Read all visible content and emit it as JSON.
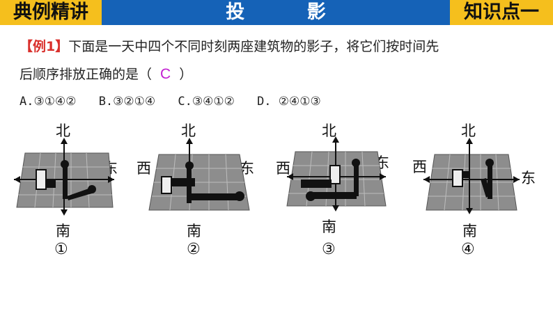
{
  "header": {
    "left": "典例精讲",
    "center": "投  影",
    "right": "知识点一"
  },
  "question": {
    "tag": "【例1】",
    "line1": "下面是一天中四个不同时刻两座建筑物的影子，将它们按时间先",
    "line2_prefix": "后顺序排放正确的是（",
    "answer": "C",
    "line2_suffix": "）"
  },
  "options": [
    "A.③①④②",
    "B.③②①④",
    "C.③④①②",
    "D. ②④①③"
  ],
  "directions": {
    "north": "北",
    "south": "南",
    "east": "东",
    "west": "西"
  },
  "figures": [
    {
      "label": "①",
      "shadow_direction": "east"
    },
    {
      "label": "②",
      "shadow_direction": "east"
    },
    {
      "label": "③",
      "shadow_direction": "west"
    },
    {
      "label": "④",
      "shadow_direction": "north-east"
    }
  ],
  "colors": {
    "header_yellow": "#f5bf1d",
    "header_blue": "#1562b7",
    "tag_red": "#d9302c",
    "answer_magenta": "#c21fd1"
  }
}
